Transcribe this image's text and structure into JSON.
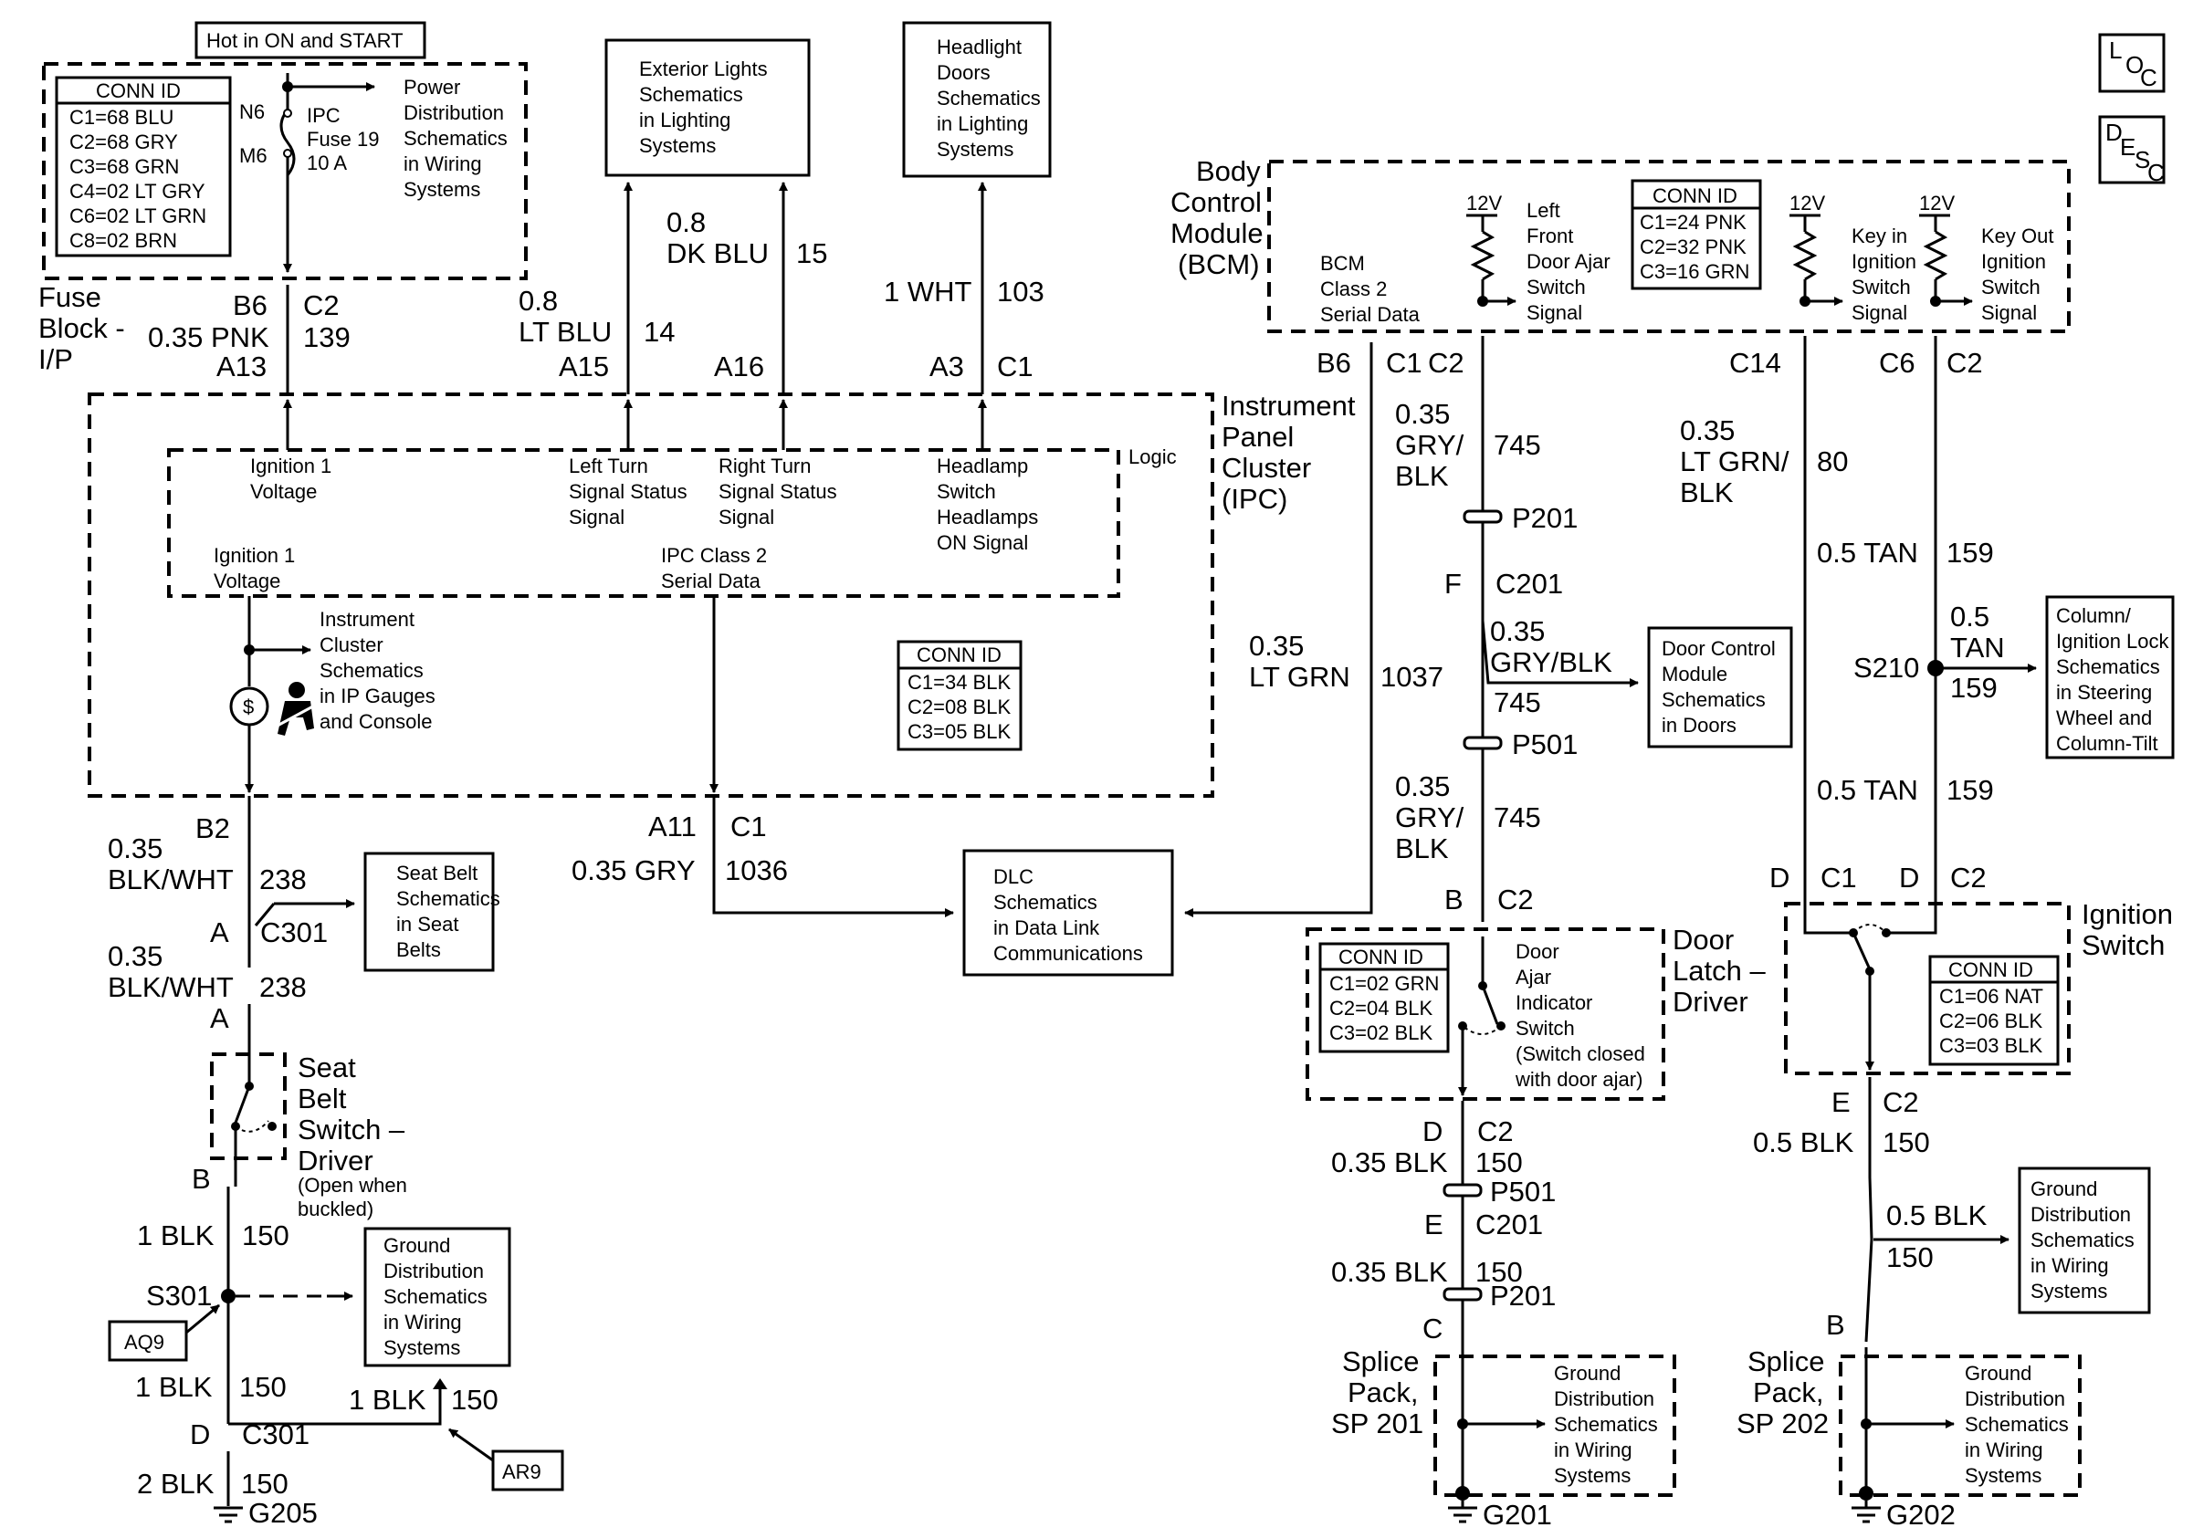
{
  "header": {
    "hot_label": "Hot in ON and START"
  },
  "corner": {
    "loc": [
      "L",
      "O",
      "C"
    ],
    "desc": [
      "D",
      "E",
      "S",
      "C"
    ]
  },
  "fuse_block": {
    "conn_title": "CONN ID",
    "conn": [
      "C1=68 BLU",
      "C2=68 GRY",
      "C3=68 GRN",
      "C4=02 LT GRY",
      "C6=02 LT GRN",
      "C8=02 BRN"
    ],
    "n6": "N6",
    "m6": "M6",
    "fuse": [
      "IPC",
      "Fuse 19",
      "10 A"
    ],
    "pwr_dist": [
      "Power",
      "Distribution",
      "Schematics",
      "in Wiring",
      "Systems"
    ],
    "name": [
      "Fuse",
      "Block -",
      "I/P"
    ],
    "b6": "B6",
    "c2": "C2",
    "wire": "0.35 PNK",
    "wnum": "139",
    "a13": "A13"
  },
  "ext_lights": {
    "box": [
      "Exterior Lights",
      "Schematics",
      "in Lighting",
      "Systems"
    ]
  },
  "headlight_doors": {
    "box": [
      "Headlight",
      "Doors",
      "Schematics",
      "in Lighting",
      "Systems"
    ]
  },
  "wires_top": {
    "ltblu": [
      "0.8",
      "LT BLU"
    ],
    "ltblu_num": "14",
    "a15": "A15",
    "dkblu": [
      "0.8",
      "DK BLU"
    ],
    "dkblu_num": "15",
    "a16": "A16",
    "wht": "1 WHT",
    "wht_num": "103",
    "a3": "A3",
    "c1": "C1"
  },
  "ipc": {
    "name": [
      "Instrument",
      "Panel",
      "Cluster",
      "(IPC)"
    ],
    "logic": "Logic",
    "ign1_top": [
      "Ignition 1",
      "Voltage"
    ],
    "left_turn": [
      "Left Turn",
      "Signal Status",
      "Signal"
    ],
    "right_turn": [
      "Right Turn",
      "Signal Status",
      "Signal"
    ],
    "headlamp": [
      "Headlamp",
      "Switch",
      "Headlamps",
      "ON Signal"
    ],
    "ign1_inner": [
      "Ignition 1",
      "Voltage"
    ],
    "class2": [
      "IPC Class 2",
      "Serial Data"
    ],
    "inst_cluster": [
      "Instrument",
      "Cluster",
      "Schematics",
      "in IP Gauges",
      "and Console"
    ],
    "conn_title": "CONN ID",
    "conn": [
      "C1=34 BLK",
      "C2=08 BLK",
      "C3=05 BLK"
    ],
    "b2": "B2",
    "a11": "A11",
    "c1": "C1"
  },
  "seatbelt": {
    "w1": [
      "0.35",
      "BLK/WHT"
    ],
    "w1_num": "238",
    "a": "A",
    "c301": "C301",
    "w2": [
      "0.35",
      "BLK/WHT"
    ],
    "w2_num": "238",
    "a2": "A",
    "sched": [
      "Seat Belt",
      "Schematics",
      "in Seat",
      "Belts"
    ],
    "switch_name": [
      "Seat",
      "Belt",
      "Switch –",
      "Driver"
    ],
    "switch_note": [
      "(Open when",
      "buckled)"
    ],
    "b": "B",
    "w3": "1 BLK",
    "w3_num": "150",
    "s301": "S301",
    "aq9": "AQ9",
    "gnd": [
      "Ground",
      "Distribution",
      "Schematics",
      "in Wiring",
      "Systems"
    ],
    "w4": "1 BLK",
    "w4_num": "150",
    "w5": "1 BLK",
    "w5_num": "150",
    "d": "D",
    "c301b": "C301",
    "ar9": "AR9",
    "w6": "2 BLK",
    "w6_num": "150",
    "g205": "G205"
  },
  "dlc": {
    "wire": "0.35 GRY",
    "num": "1036",
    "box": [
      "DLC",
      "Schematics",
      "in Data Link",
      "Communications"
    ]
  },
  "bcm": {
    "name": [
      "Body",
      "Control",
      "Module",
      "(BCM)"
    ],
    "class2": [
      "BCM",
      "Class 2",
      "Serial Data"
    ],
    "v12": "12V",
    "lf_door": [
      "Left",
      "Front",
      "Door Ajar",
      "Switch",
      "Signal"
    ],
    "conn_title": "CONN ID",
    "conn": [
      "C1=24 PNK",
      "C2=32 PNK",
      "C3=16 GRN"
    ],
    "key_in": [
      "Key in",
      "Ignition",
      "Switch",
      "Signal"
    ],
    "key_out": [
      "Key Out",
      "Ignition",
      "Switch",
      "Signal"
    ],
    "b6": "B6",
    "c1": "C1",
    "c2": "C2",
    "c14": "C14",
    "c6": "C6",
    "c2b": "C2"
  },
  "ltgrn": {
    "wire": [
      "0.35",
      "LT GRN"
    ],
    "num": "1037"
  },
  "door_circuit": {
    "w1": [
      "0.35",
      "GRY/",
      "BLK"
    ],
    "w1_num": "745",
    "p201": "P201",
    "f": "F",
    "c201": "C201",
    "w2": [
      "0.35",
      "GRY/BLK"
    ],
    "w2_num": "745",
    "dcm": [
      "Door Control",
      "Module",
      "Schematics",
      "in Doors"
    ],
    "p501": "P501",
    "w3": [
      "0.35",
      "GRY/",
      "BLK"
    ],
    "w3_num": "745",
    "b": "B",
    "c2": "C2"
  },
  "door_latch": {
    "name": [
      "Door",
      "Latch –",
      "Driver"
    ],
    "conn_title": "CONN ID",
    "conn": [
      "C1=02 GRN",
      "C2=04 BLK",
      "C3=02 BLK"
    ],
    "switch": [
      "Door",
      "Ajar",
      "Indicator",
      "Switch",
      "(Switch closed",
      "with door ajar)"
    ],
    "d": "D",
    "c2": "C2",
    "w1": "0.35 BLK",
    "w1_num": "150",
    "p501": "P501",
    "e": "E",
    "c201": "C201",
    "w2": "0.35 BLK",
    "w2_num": "150",
    "p201": "P201",
    "c": "C"
  },
  "sp201": {
    "name": [
      "Splice",
      "Pack,",
      "SP 201"
    ],
    "gnd": [
      "Ground",
      "Distribution",
      "Schematics",
      "in Wiring",
      "Systems"
    ],
    "g": "G201"
  },
  "ign_circuit": {
    "w1": [
      "0.35",
      "LT GRN/",
      "BLK"
    ],
    "w1_num": "80",
    "tan1": "0.5 TAN",
    "tan1_num": "159",
    "s210": "S210",
    "tan2": [
      "0.5",
      "TAN"
    ],
    "tan2_num": "159",
    "column": [
      "Column/",
      "Ignition Lock",
      "Schematics",
      "in Steering",
      "Wheel and",
      "Column-Tilt"
    ],
    "tan3": "0.5 TAN",
    "tan3_num": "159",
    "d": "D",
    "c1": "C1",
    "d2": "D",
    "c2": "C2"
  },
  "ign_switch": {
    "name": [
      "Ignition",
      "Switch"
    ],
    "conn_title": "CONN ID",
    "conn": [
      "C1=06 NAT",
      "C2=06 BLK",
      "C3=03 BLK"
    ],
    "e": "E",
    "c2": "C2",
    "w1": "0.5 BLK",
    "w1_num": "150",
    "w2": "0.5 BLK",
    "w2_num": "150",
    "gnd": [
      "Ground",
      "Distribution",
      "Schematics",
      "in Wiring",
      "Systems"
    ],
    "b": "B"
  },
  "sp202": {
    "name": [
      "Splice",
      "Pack,",
      "SP 202"
    ],
    "gnd": [
      "Ground",
      "Distribution",
      "Schematics",
      "in Wiring",
      "Systems"
    ],
    "g": "G202"
  }
}
